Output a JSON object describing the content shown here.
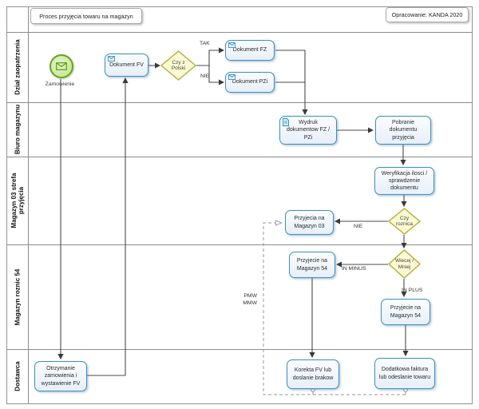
{
  "title": "Proces przyjęcia towaru na magazyn",
  "credit": "Opracowanie: KANDA 2020",
  "lanes": [
    {
      "label": "Dział zaopatrzenia"
    },
    {
      "label": "Biuro magazynu"
    },
    {
      "label": "Magazyn 03 strefa przyjęcia"
    },
    {
      "label": "Magazyn roznic 54"
    },
    {
      "label": "Dostawca"
    }
  ],
  "nodes": {
    "zamowienie": "Zamowienie",
    "dokument_fv": "Dokument FV",
    "dokument_fz": "Dokument FZ",
    "dokument_pzi": "Dokument PZi",
    "wydruk": "Wydruk dokumentow FZ / PZi",
    "pobranie": "Pobranie dokumentu przyjęcia",
    "weryfikacja": "Weryfikacja ilosci / sprawdzenie dokumentu",
    "przyjecia_03": "Przyjecia na Magazyn 03",
    "przyjecie_54_minus": "Przyjecie na Magazyn 54",
    "przyjecie_54_plus": "Przyjecie na Magazyn 54",
    "korekta": "Korekta FV lub doslanie brakow",
    "dodatkowa": "Dodatkowa faktura lub odeslanie towaru",
    "otrzymanie": "Otrzymanie zamowienia i wystawienie FV"
  },
  "gateways": {
    "czy_z_polski": "Czy z Polski",
    "czy_roznica": "Czy roznica",
    "wiecej_mniej": "Wiecej / Mniej"
  },
  "edge_labels": {
    "tak": "TAK",
    "nie_import": "NIE",
    "nie_roznica": "NIE",
    "in_minus": "IN MINUS",
    "in_plus": "IN PLUS",
    "pmw": "PMW",
    "mmw": "MMW"
  },
  "colors": {
    "task_border": "#3d8ec0",
    "task_fill": "#e7eff9",
    "gateway_border": "#b0b03c",
    "gateway_fill": "#fbfad2",
    "event_border": "#63a51f",
    "event_fill": "#c4e490",
    "lane_line": "#8c8c8c",
    "sequence_flow": "#4a4a4a",
    "message_flow": "#999999"
  }
}
